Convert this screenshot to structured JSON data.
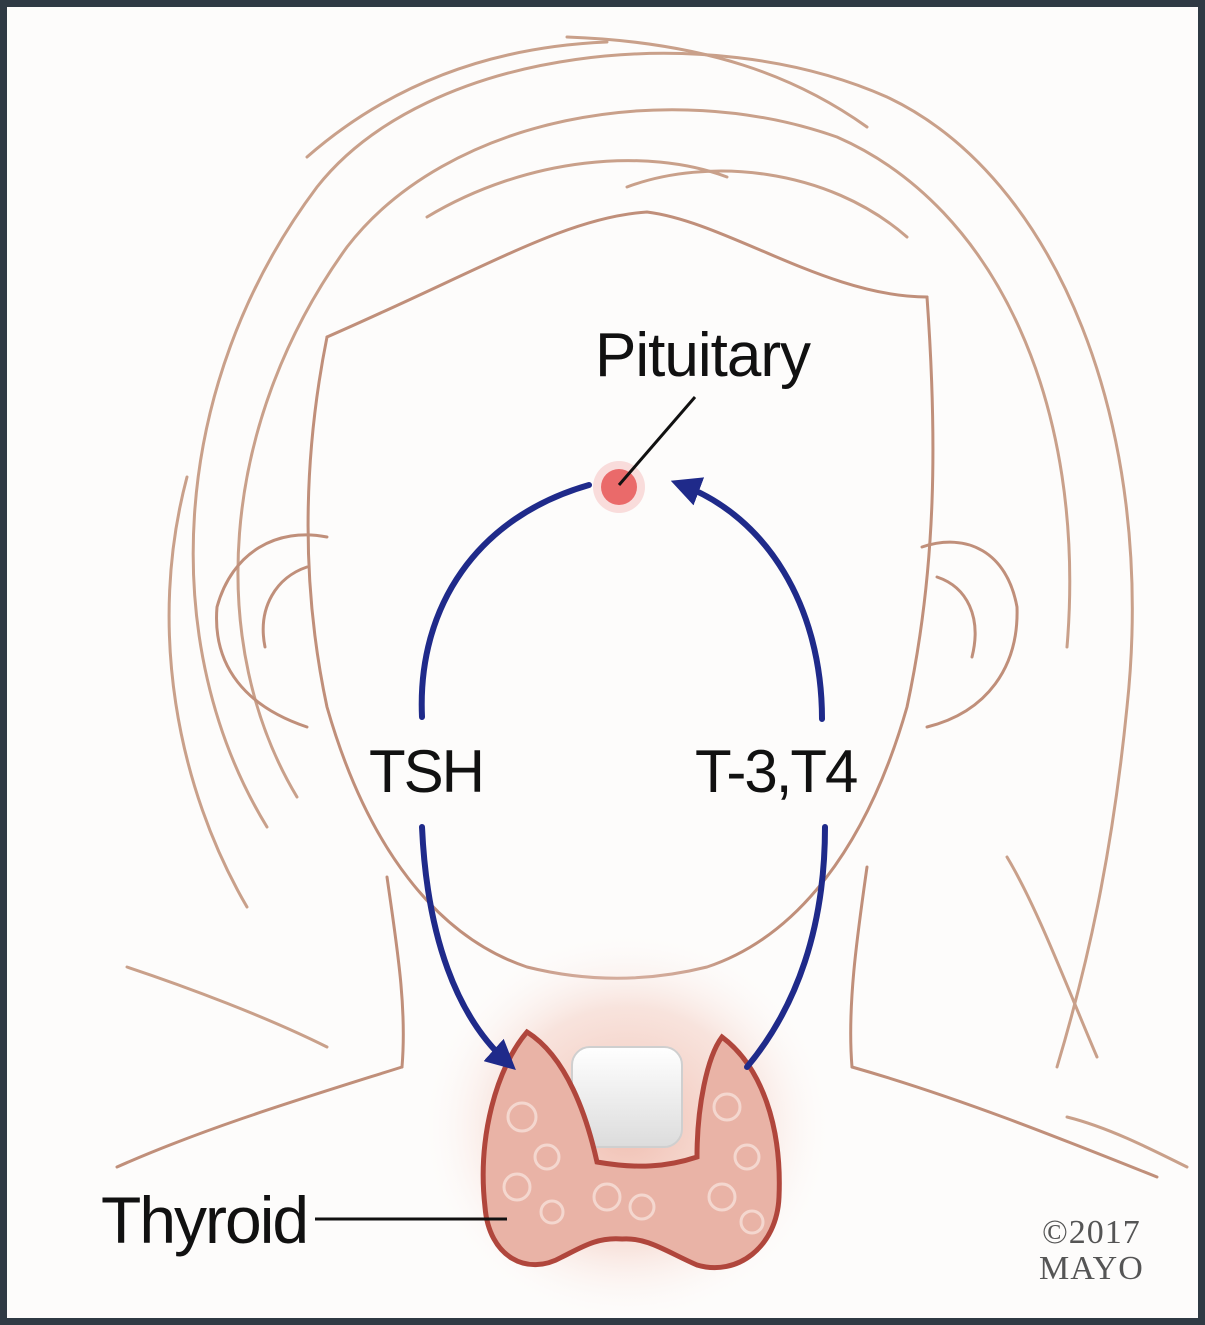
{
  "labels": {
    "pituitary": "Pituitary",
    "tsh": "TSH",
    "t3t4": "T-3,T4",
    "thyroid": "Thyroid"
  },
  "copyright": {
    "line1": "©2017",
    "line2": "MAYO"
  },
  "colors": {
    "outline": "#c9a08a",
    "arrow": "#1f2a8a",
    "pituitary": "#e33b3b",
    "thyroid_fill": "#e9b3a6",
    "thyroid_edge": "#b0463c",
    "frame": "#2f3a44"
  }
}
